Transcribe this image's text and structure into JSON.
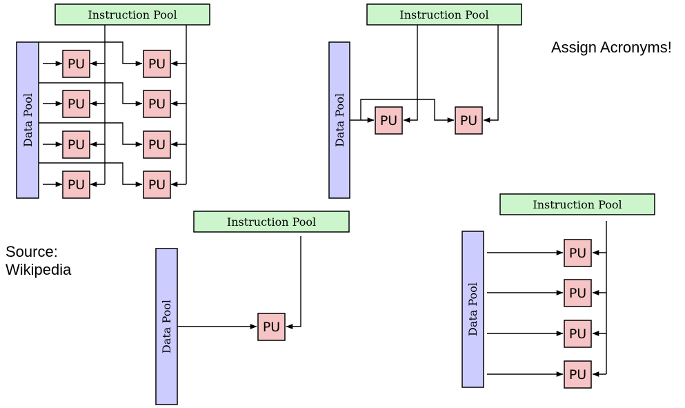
{
  "labels": {
    "instruction_pool": "Instruction Pool",
    "data_pool": "Data Pool",
    "processing_unit": "PU"
  },
  "notes": {
    "assign": "Assign Acronyms!",
    "source_line1": "Source:",
    "source_line2": "Wikipedia"
  },
  "colors": {
    "instruction_pool_fill": "#ccf5cc",
    "data_pool_fill": "#ccccff",
    "pu_fill": "#f6c4c4"
  },
  "diagrams": [
    {
      "id": "mimd",
      "pu_rows": 4,
      "pu_cols": 2
    },
    {
      "id": "misd",
      "pu_rows": 1,
      "pu_cols": 2
    },
    {
      "id": "sisd",
      "pu_rows": 1,
      "pu_cols": 1
    },
    {
      "id": "simd",
      "pu_rows": 4,
      "pu_cols": 1
    }
  ]
}
